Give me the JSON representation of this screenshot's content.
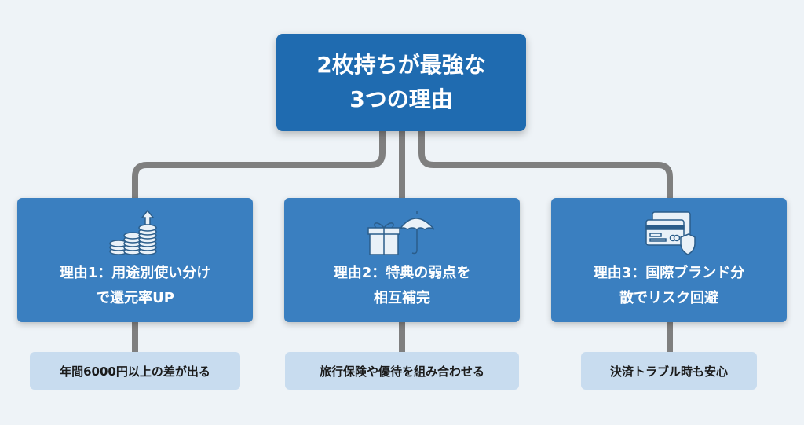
{
  "root": {
    "line1": "2枚持ちが最強な",
    "line2": "3つの理由"
  },
  "reasons": [
    {
      "line1": "理由1：用途別使い分け",
      "line2": "で還元率UP",
      "note": "年間6000円以上の差が出る",
      "icon": "coins-arrow-up-icon"
    },
    {
      "line1": "理由2：特典の弱点を",
      "line2": "相互補完",
      "note": "旅行保険や優待を組み合わせる",
      "icon": "gift-umbrella-icon"
    },
    {
      "line1": "理由3：国際ブランド分",
      "line2": "散でリスク回避",
      "note": "決済トラブル時も安心",
      "icon": "cards-shield-icon"
    }
  ],
  "colors": {
    "root": "#1f6bb0",
    "card": "#3a7fc0",
    "note": "#c8dcef",
    "connector": "#808080",
    "background": "#eef3f7"
  }
}
